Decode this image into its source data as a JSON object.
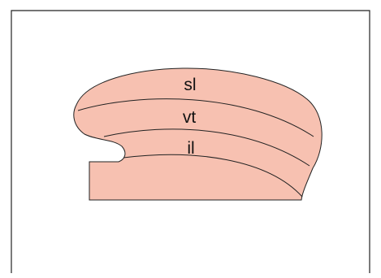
{
  "diagram": {
    "layers": [
      {
        "id": "superior",
        "label": "sl"
      },
      {
        "id": "middle",
        "label": "vt"
      },
      {
        "id": "inferior",
        "label": "il"
      }
    ],
    "colors": {
      "fill": "#f7c1b1",
      "stroke": "#222222",
      "frame": "#222222",
      "background": "#ffffff"
    }
  }
}
